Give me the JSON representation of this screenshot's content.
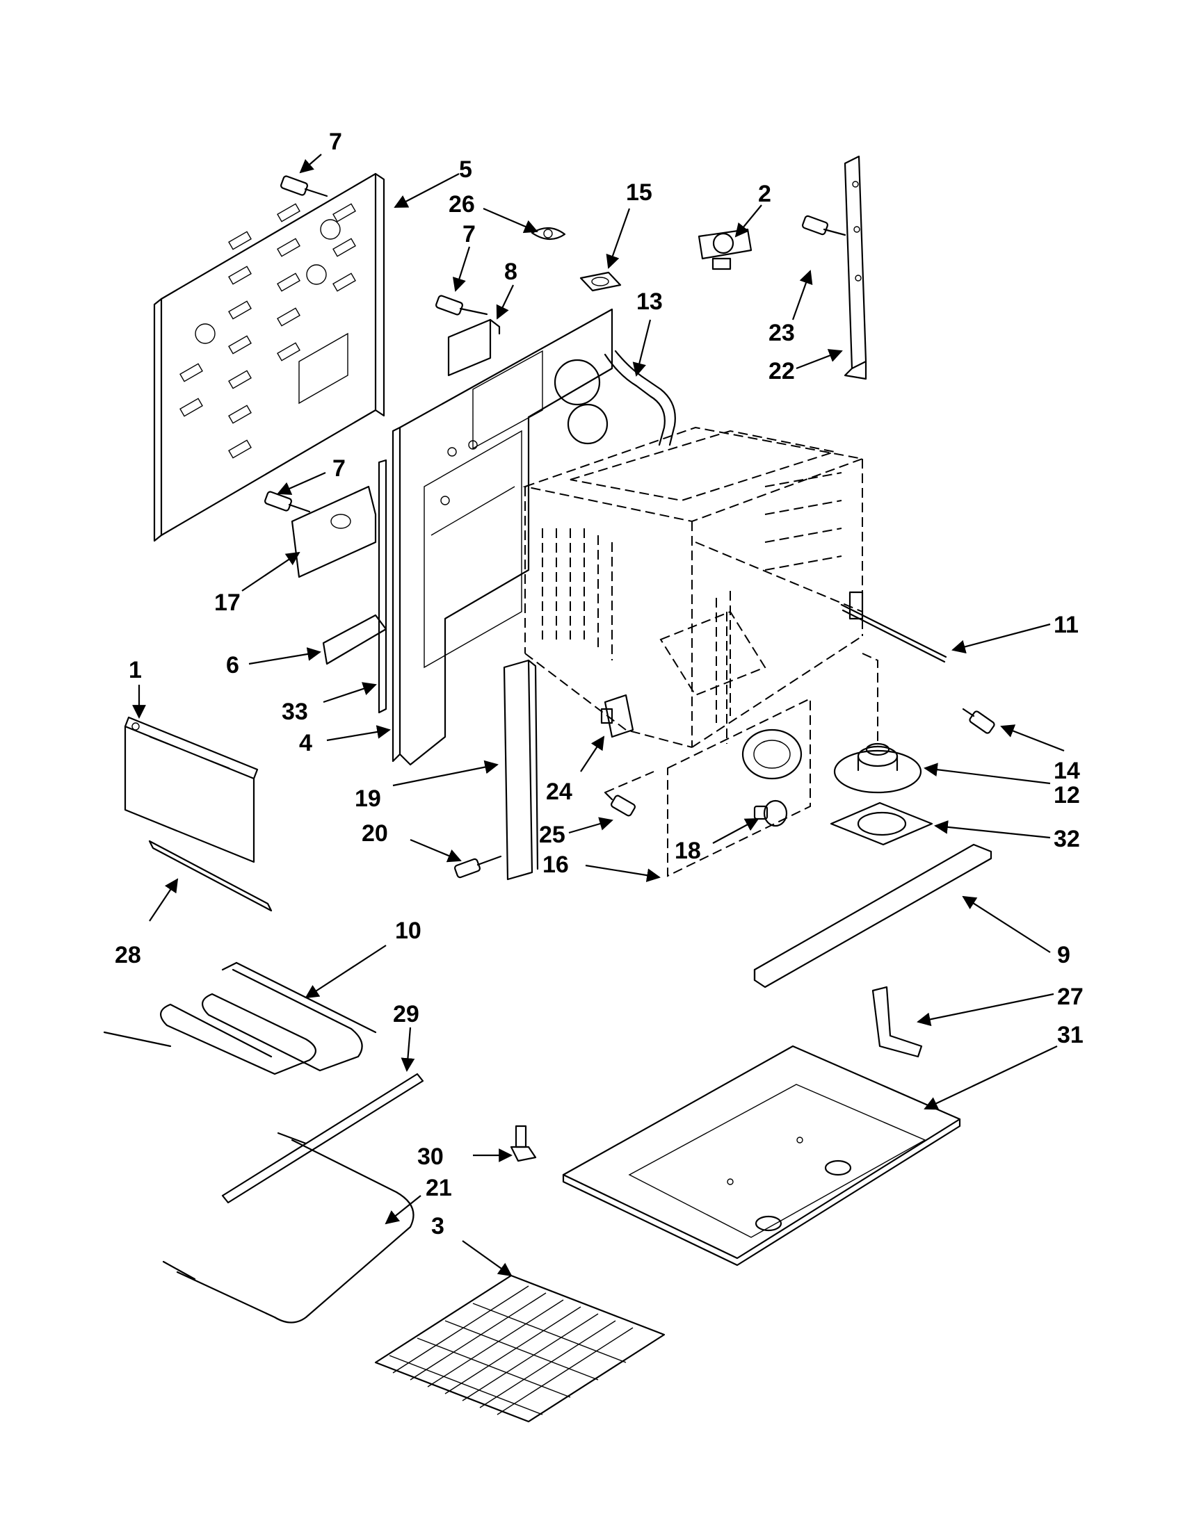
{
  "callouts": [
    "7",
    "5",
    "26",
    "7",
    "8",
    "15",
    "13",
    "2",
    "23",
    "22",
    "7",
    "17",
    "6",
    "33",
    "4",
    "1",
    "11",
    "14",
    "12",
    "32",
    "24",
    "25",
    "18",
    "16",
    "19",
    "20",
    "28",
    "10",
    "29",
    "9",
    "27",
    "31",
    "30",
    "21",
    "3"
  ]
}
